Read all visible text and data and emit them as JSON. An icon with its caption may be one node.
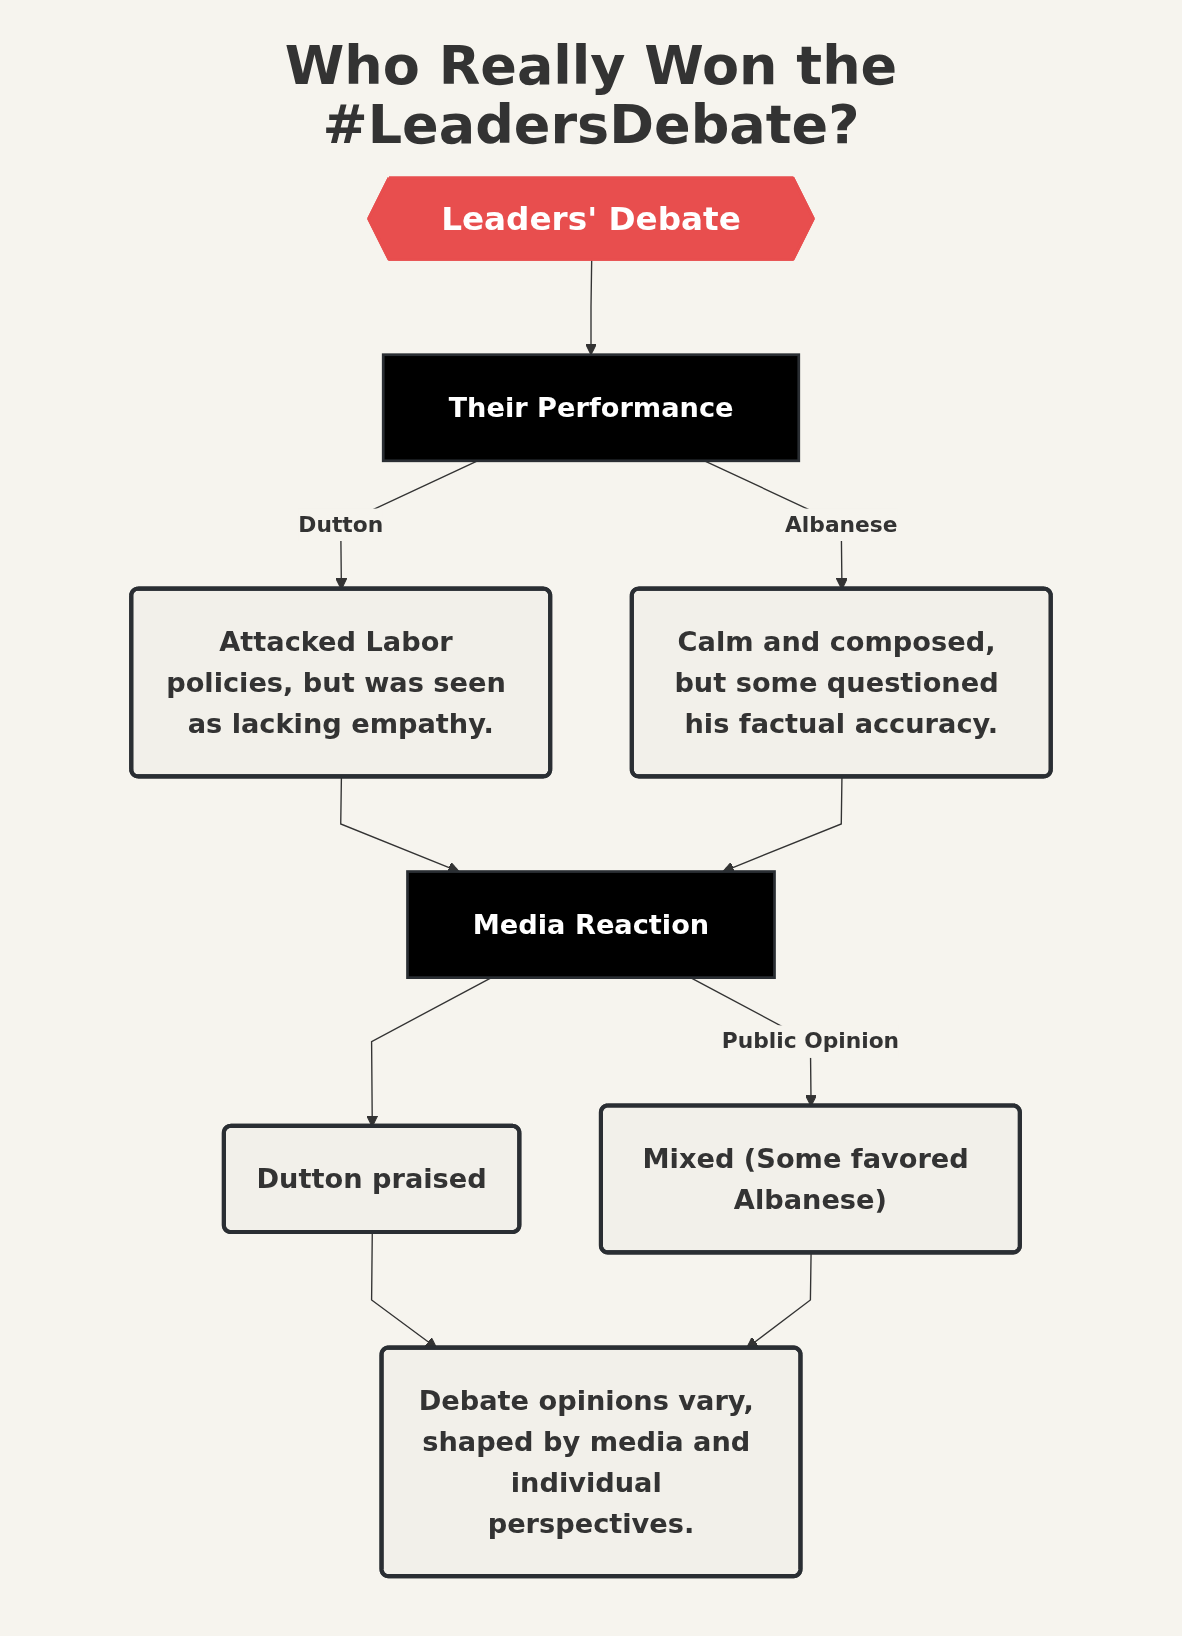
{
  "diagram": {
    "title": "Who Really Won the #LeadersDebate?",
    "nodes": [
      {
        "text": [
          "Leaders' Debate"
        ]
      },
      {
        "text": [
          "Their Performance"
        ]
      },
      {
        "text": [
          "Attacked Labor policies, but was seen as lacking empathy."
        ]
      },
      {
        "text": [
          "Calm and composed, but some questioned his factual accuracy."
        ]
      },
      {
        "text": [
          "Media Reaction"
        ]
      },
      {
        "text": [
          "Dutton praised"
        ]
      },
      {
        "text": [
          "Mixed (Some favored Albanese)"
        ]
      },
      {
        "text": [
          "Debate opinions vary, shaped by media and individual perspectives."
        ]
      }
    ],
    "edges": [
      {
        "from": 0,
        "to": 1,
        "arrow": "to"
      },
      {
        "from": 1,
        "to": 2,
        "arrow": "to",
        "label": "Dutton"
      },
      {
        "from": 1,
        "to": 3,
        "arrow": "to",
        "label": "Albanese"
      },
      {
        "from": 2,
        "to": 4,
        "arrow": "to"
      },
      {
        "from": 3,
        "to": 4,
        "arrow": "to"
      },
      {
        "from": 4,
        "to": 5,
        "arrow": "to"
      },
      {
        "from": 4,
        "to": 6,
        "arrow": "to",
        "label": "Public Opinion"
      },
      {
        "from": 5,
        "to": 7,
        "arrow": "to"
      },
      {
        "from": 6,
        "to": 7,
        "arrow": "to"
      }
    ]
  }
}
